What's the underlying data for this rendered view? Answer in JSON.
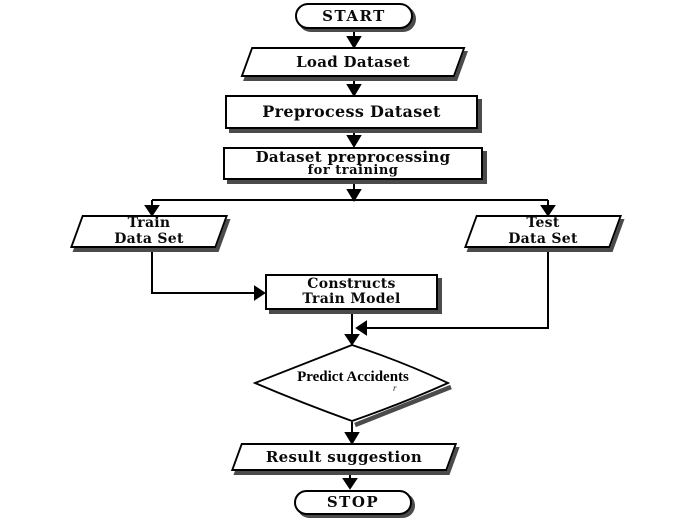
{
  "colors": {
    "ink": "#000000",
    "shape_fill": "#ffffff",
    "shadow": "#4b4b4b",
    "background": "#ffffff",
    "text": "#0a0a0a"
  },
  "flowchart": {
    "nodes": {
      "start": {
        "type": "terminator",
        "label": "START"
      },
      "load_dataset": {
        "type": "input-output",
        "label": "Load Dataset"
      },
      "preprocess_dataset": {
        "type": "process",
        "label": "Preprocess Dataset"
      },
      "dataset_preprocessing": {
        "type": "process",
        "label_line1": "Dataset preprocessing",
        "label_line2": "for training"
      },
      "train_data_set": {
        "type": "input-output",
        "label": "Train\nData Set"
      },
      "test_data_set": {
        "type": "input-output",
        "label": "Test\nData Set"
      },
      "constructs_train_model": {
        "type": "process",
        "label": "Constructs\nTrain Model"
      },
      "predict_accidents": {
        "type": "decision",
        "label": "Predict Accidents",
        "stray_mark": "r"
      },
      "result_suggestion": {
        "type": "input-output",
        "label": "Result suggestion"
      },
      "stop": {
        "type": "terminator",
        "label": "STOP"
      }
    },
    "edges": [
      {
        "from": "start",
        "to": "load_dataset"
      },
      {
        "from": "load_dataset",
        "to": "preprocess_dataset"
      },
      {
        "from": "preprocess_dataset",
        "to": "dataset_preprocessing"
      },
      {
        "from": "dataset_preprocessing",
        "to": "train_data_set"
      },
      {
        "from": "dataset_preprocessing",
        "to": "test_data_set"
      },
      {
        "from": "train_data_set",
        "to": "constructs_train_model"
      },
      {
        "from": "test_data_set",
        "to": "predict_accidents"
      },
      {
        "from": "constructs_train_model",
        "to": "predict_accidents"
      },
      {
        "from": "predict_accidents",
        "to": "result_suggestion"
      },
      {
        "from": "result_suggestion",
        "to": "stop"
      }
    ]
  }
}
